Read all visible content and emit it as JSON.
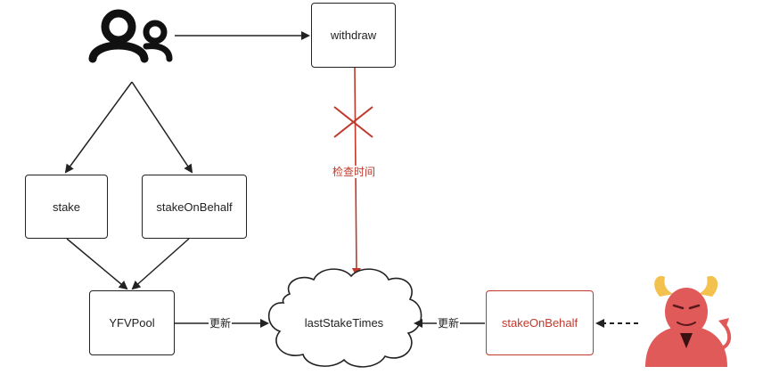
{
  "nodes": {
    "withdraw": "withdraw",
    "stake": "stake",
    "stake_on_behalf": "stakeOnBehalf",
    "yfv_pool": "YFVPool",
    "last_stake_times": "lastStakeTimes",
    "attacker_stake_on_behalf": "stakeOnBehalf"
  },
  "edges": {
    "check_time": "检查时间",
    "update_left": "更新",
    "update_right": "更新"
  },
  "colors": {
    "line": "#222222",
    "danger": "#c0392b",
    "devil_body": "#e05a5a",
    "devil_horn": "#f2c14e"
  },
  "icons": {
    "users": "users-icon",
    "blocked": "x-cross-icon",
    "attacker": "devil-icon"
  }
}
